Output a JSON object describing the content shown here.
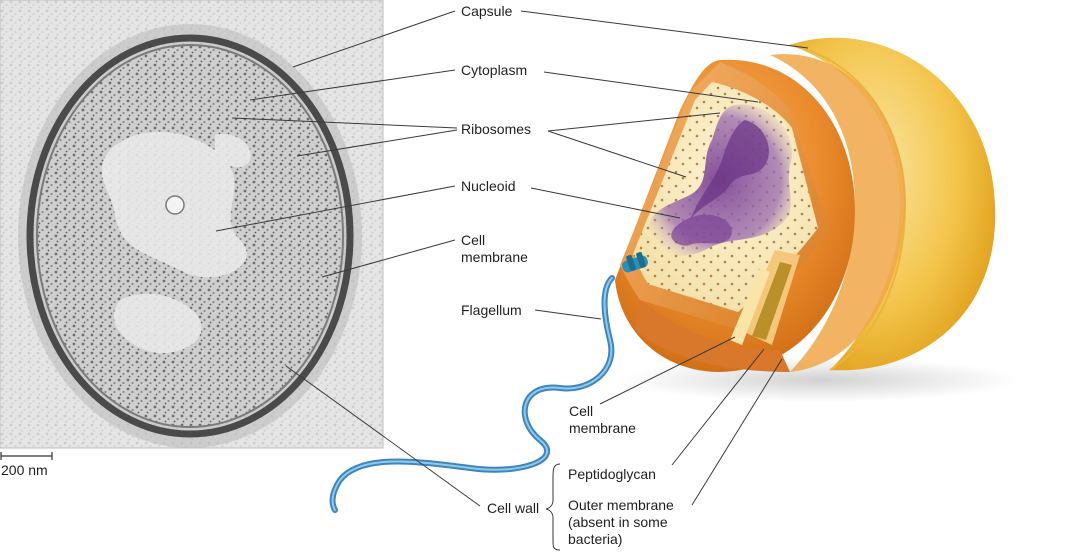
{
  "scale_bar": {
    "label": "200 nm"
  },
  "labels": {
    "capsule": "Capsule",
    "cytoplasm": "Cytoplasm",
    "ribosomes": "Ribosomes",
    "nucleoid": "Nucleoid",
    "cell_membrane_top": [
      "Cell",
      "membrane"
    ],
    "flagellum": "Flagellum",
    "cell_membrane_bottom": [
      "Cell",
      "membrane"
    ],
    "peptidoglycan": "Peptidoglycan",
    "outer_membrane": [
      "Outer membrane",
      "(absent in some",
      "bacteria)"
    ],
    "cell_wall": "Cell wall"
  },
  "colors": {
    "micrograph_background": "#e6e6e6",
    "cell_body": "#e8882a",
    "capsule": "#f6d27a",
    "nucleoid": "#8c5aa3",
    "flagellum": "#4f9fd4",
    "leader_line": "#3a3a3a"
  }
}
